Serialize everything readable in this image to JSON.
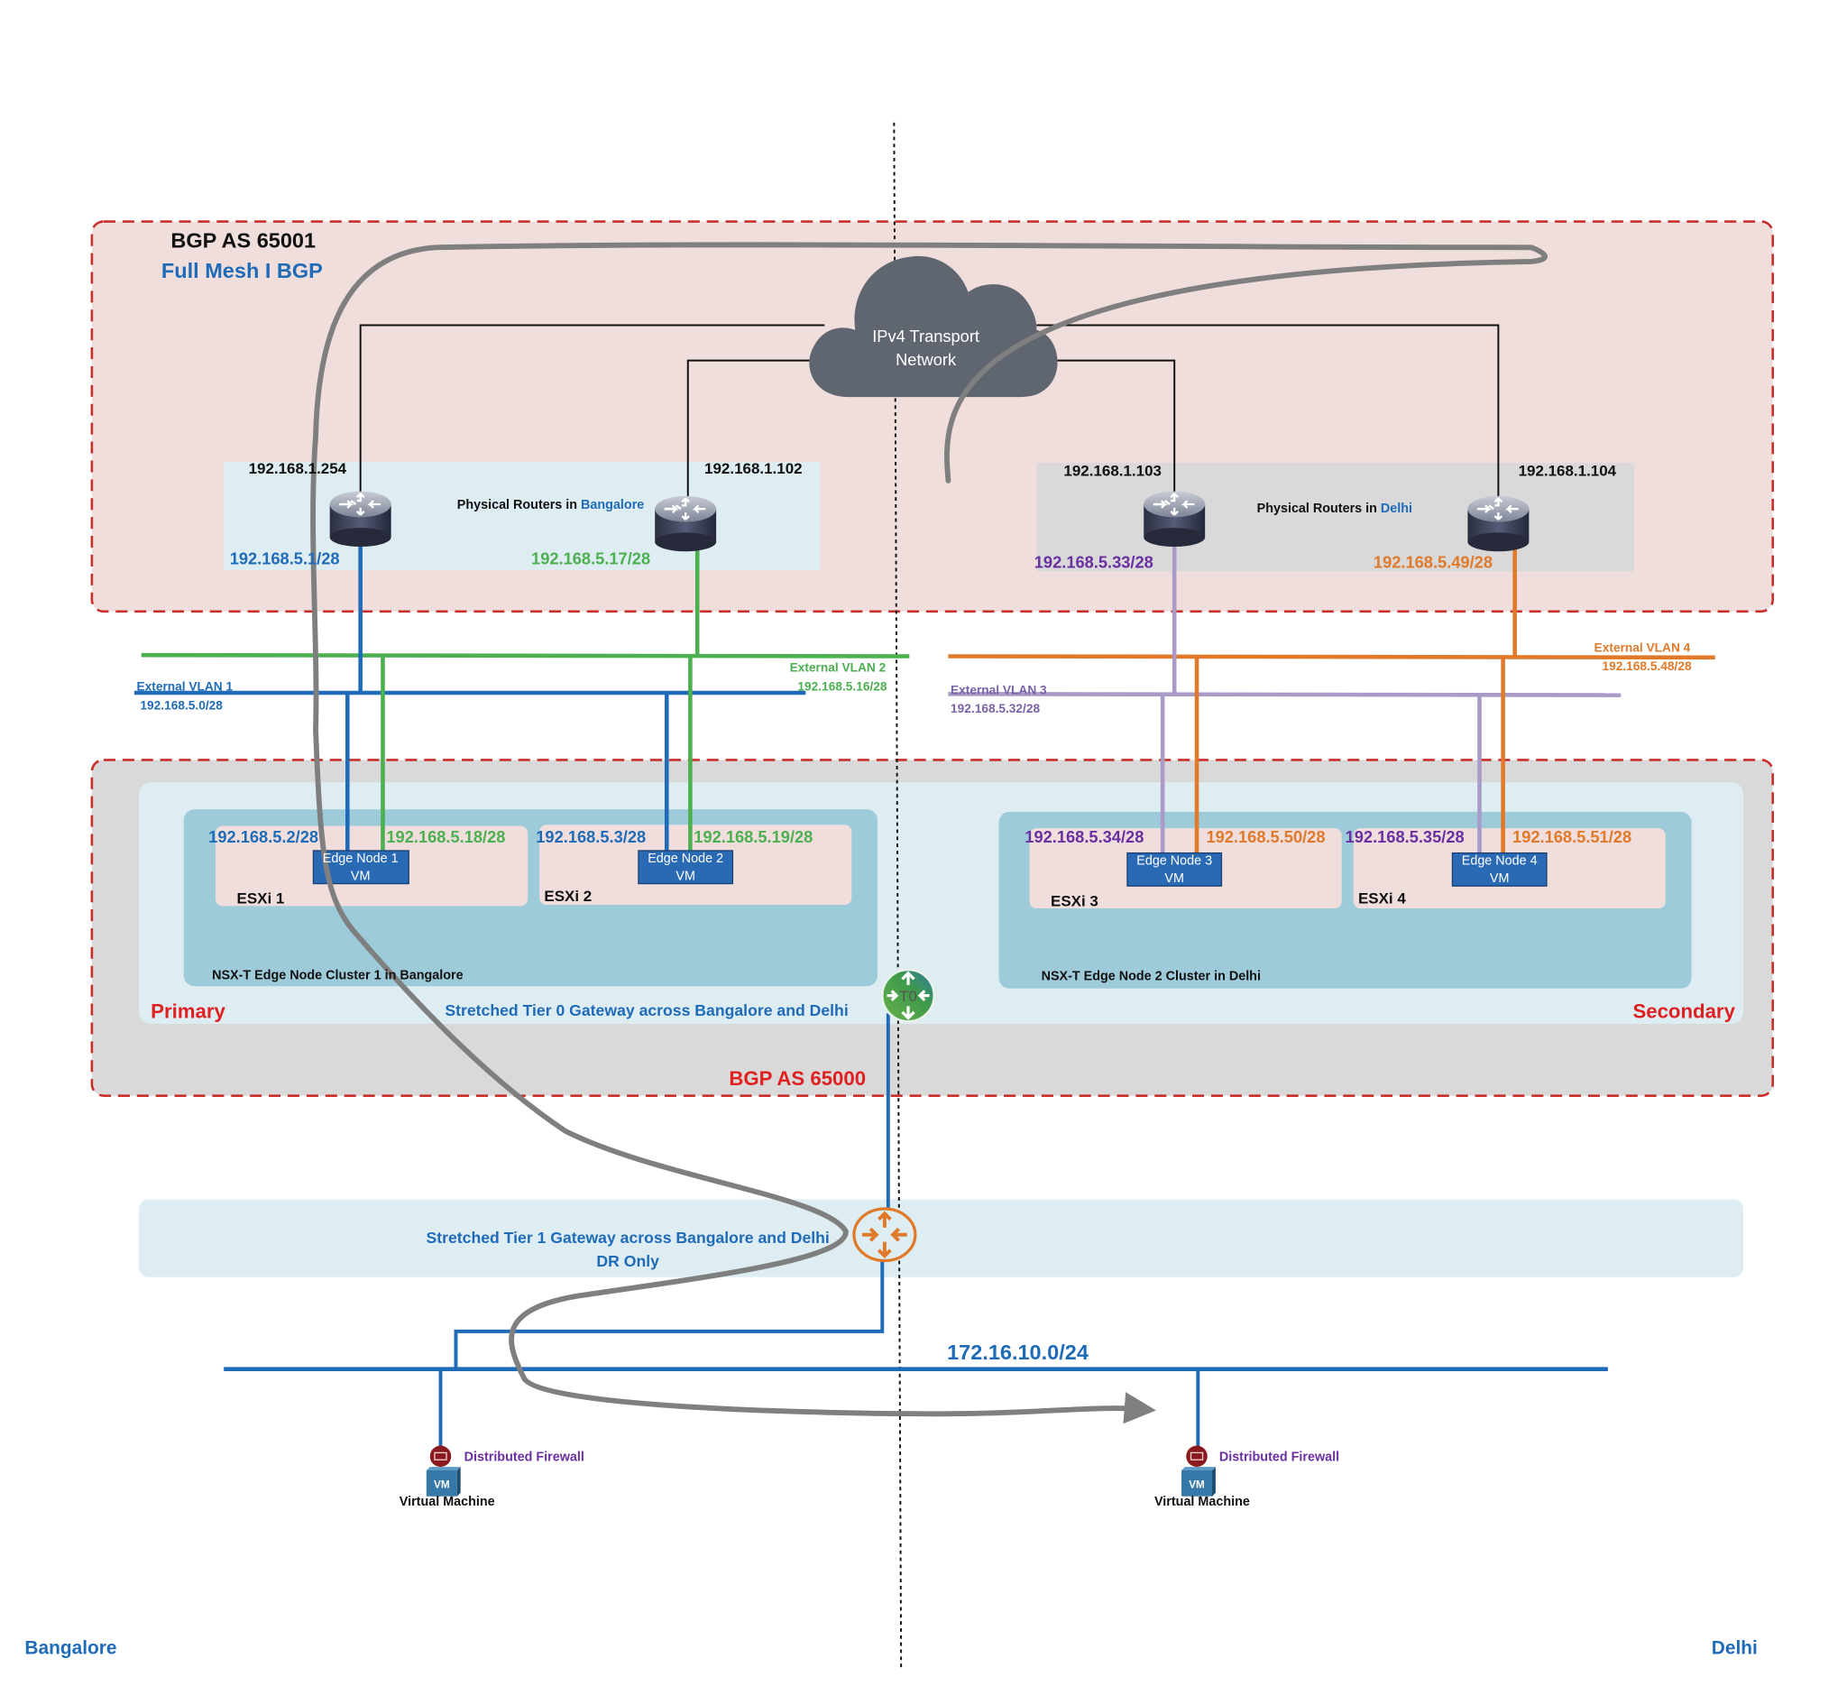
{
  "colors": {
    "blue": "#1f6bb8",
    "green": "#4caf50",
    "purple": "#6a2fa0",
    "lavender": "#a99ac8",
    "orange": "#e07a2a",
    "red": "#e02020",
    "gray_path": "#7f7f7f",
    "cloud": "#5f6670",
    "pink_zone": "#f0dedd",
    "gray_zone": "#d9d9d9",
    "light_blue": "#deedf2",
    "cluster_blue": "#9ecbda"
  },
  "zones": {
    "bgp_65001": {
      "title": "BGP AS 65001",
      "subtitle": "Full Mesh I BGP"
    },
    "bgp_65000": {
      "title": "BGP AS 65000"
    },
    "primary_label": "Primary",
    "secondary_label": "Secondary",
    "tier0_label": "Stretched Tier 0 Gateway across Bangalore and Delhi",
    "tier1_label_line1": "Stretched Tier 1 Gateway across Bangalore and Delhi",
    "tier1_label_line2": "DR Only"
  },
  "cloud": {
    "line1": "IPv4 Transport",
    "line2": "Network"
  },
  "router_groups": {
    "bangalore": {
      "prefix": "Physical Routers in ",
      "site": "Bangalore"
    },
    "delhi": {
      "prefix": "Physical Routers in ",
      "site": "Delhi"
    }
  },
  "routers": [
    {
      "mgmt_ip": "192.168.1.254",
      "uplink_ip": "192.168.5.1/28"
    },
    {
      "mgmt_ip": "192.168.1.102",
      "uplink_ip": "192.168.5.17/28"
    },
    {
      "mgmt_ip": "192.168.1.103",
      "uplink_ip": "192.168.5.33/28"
    },
    {
      "mgmt_ip": "192.168.1.104",
      "uplink_ip": "192.168.5.49/28"
    }
  ],
  "vlans": [
    {
      "name": "External VLAN 1",
      "subnet": "192.168.5.0/28"
    },
    {
      "name": "External VLAN 2",
      "subnet": "192.168.5.16/28"
    },
    {
      "name": "External VLAN 3",
      "subnet": "192.168.5.32/28"
    },
    {
      "name": "External VLAN 4",
      "subnet": "192.168.5.48/28"
    }
  ],
  "clusters": [
    {
      "label": "NSX-T Edge Node Cluster 1 in Bangalore"
    },
    {
      "label": "NSX-T Edge Node 2 Cluster in Delhi"
    }
  ],
  "hosts": [
    {
      "name": "ESXi 1",
      "edge_line1": "Edge Node 1",
      "edge_line2": "VM",
      "ip_a": "192.168.5.2/28",
      "ip_b": "192.168.5.18/28"
    },
    {
      "name": "ESXi 2",
      "edge_line1": "Edge Node 2",
      "edge_line2": "VM",
      "ip_a": "192.168.5.3/28",
      "ip_b": "192.168.5.19/28"
    },
    {
      "name": "ESXi 3",
      "edge_line1": "Edge Node 3",
      "edge_line2": "VM",
      "ip_a": "192.168.5.34/28",
      "ip_b": "192.168.5.50/28"
    },
    {
      "name": "ESXi 4",
      "edge_line1": "Edge Node 4",
      "edge_line2": "VM",
      "ip_a": "192.168.5.35/28",
      "ip_b": "192.168.5.51/28"
    }
  ],
  "tier0_icon_text": "T0",
  "segment": {
    "subnet": "172.16.10.0/24"
  },
  "workloads": [
    {
      "firewall_label": "Distributed Firewall",
      "vm_badge": "VM",
      "vm_label": "Virtual Machine"
    },
    {
      "firewall_label": "Distributed Firewall",
      "vm_badge": "VM",
      "vm_label": "Virtual Machine"
    }
  ],
  "sites": {
    "left": "Bangalore",
    "right": "Delhi"
  }
}
